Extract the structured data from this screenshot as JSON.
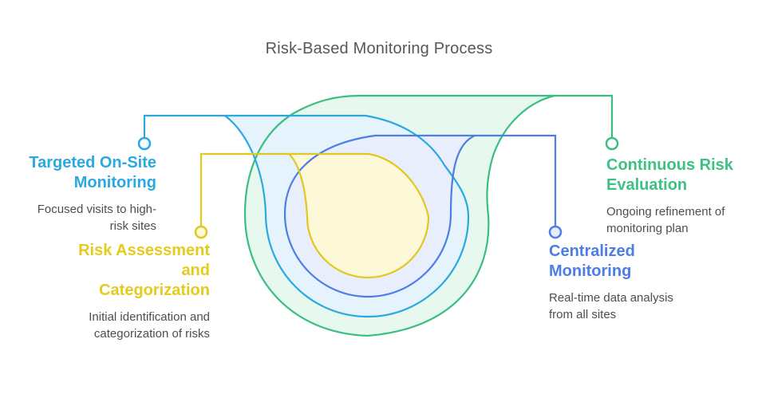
{
  "title": "Risk-Based Monitoring Process",
  "diagram": {
    "type": "nested-loop-funnel",
    "steps": {
      "assessment": {
        "label": "Risk Assessment and Categorization",
        "description": "Initial identification and categorization of risks",
        "stroke_color": "#E0C81F",
        "fill_color": "#FDF8D8",
        "label_color": "#E5CB1E"
      },
      "targeted": {
        "label": "Targeted On-Site Monitoring",
        "description": "Focused visits to high-risk sites",
        "stroke_color": "#2BA8E0",
        "fill_color": "#E5F4FC",
        "label_color": "#29A9E1"
      },
      "centralized": {
        "label": "Centralized Monitoring",
        "description": "Real-time data analysis from all sites",
        "stroke_color": "#4C7EE3",
        "fill_color": "#E9EEFC",
        "label_color": "#4B7EE4"
      },
      "continuous": {
        "label": "Continuous Risk Evaluation",
        "description": "Ongoing refinement of monitoring plan",
        "stroke_color": "#3BBE81",
        "fill_color": "#E7F8EE",
        "label_color": "#3DC185"
      }
    },
    "title_color": "#56575B",
    "description_color": "#4E4E50"
  }
}
